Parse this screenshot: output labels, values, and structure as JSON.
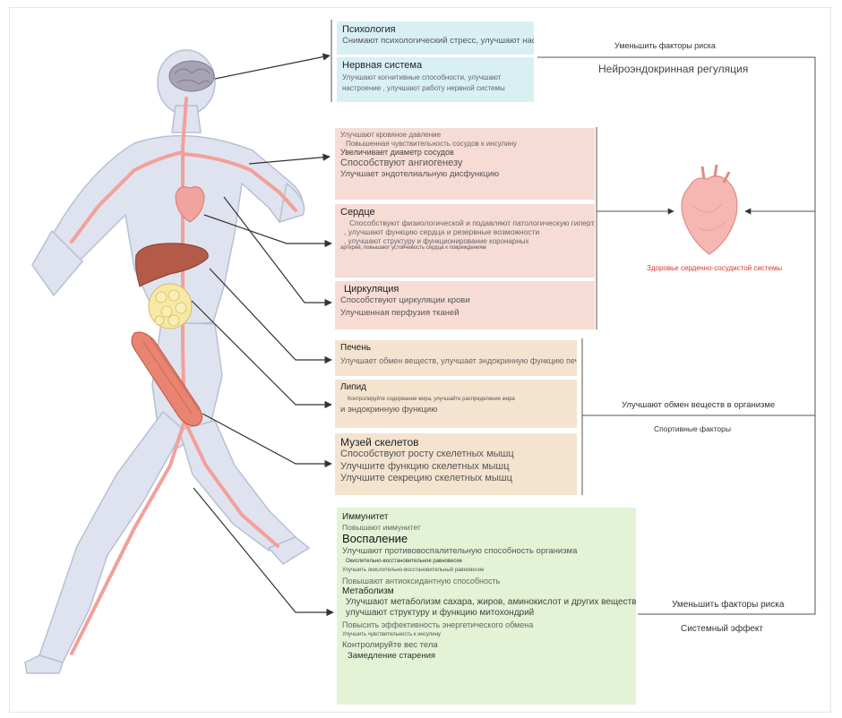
{
  "psych": {
    "title": "Психология",
    "line1": "Снимают психологический стресс, улучшают настроение"
  },
  "nerve": {
    "title": "Нервная система",
    "line1": "Улучшают когнитивные способности, улучшают",
    "line2": "настроение , улучшают работу нервной системы"
  },
  "vessels": {
    "line1": "Улучшают кровяное давление",
    "line2": "Повышенная чувствительность сосудов к инсулину",
    "line3": "Увеличивает диаметр сосудов",
    "line4": "Способствуют ангиогенезу",
    "line5": "Улучшает эндотелиальную дисфункцию"
  },
  "heart": {
    "title": "Сердце",
    "line1": "Способствуют физиологической и подавляют патологическую гипертрофию",
    "line2": ", улучшают функцию сердца и резервные возможности",
    "line3": ", улучшают структуру и функционирование коронарных",
    "line4": "артерий, повышают устойчивость сердца к повреждениям"
  },
  "circulation": {
    "title": "Циркуляция",
    "line1": "Способствуют циркуляции крови",
    "line2": "Улучшенная перфузия тканей"
  },
  "liver": {
    "title": "Печень",
    "line1": "Улучшает обмен веществ, улучшает эндокринную функцию печени"
  },
  "lipid": {
    "title": "Липид",
    "line1": "Контролируйте содержание жира, улучшайте распределение жира",
    "line2": "и эндокринную функцию"
  },
  "muscle": {
    "title": "Музей скелетов",
    "line1": "Способствуют росту скелетных мышц",
    "line2": "Улучшите функцию скелетных мышц",
    "line3": "Улучшите секрецию скелетных мышц"
  },
  "immune": {
    "title": "Иммунитет",
    "line1": "Повышают иммунитет",
    "inflam_title": "Воспаление",
    "line2": "Улучшают противовоспалительную способность организма",
    "line3": "Окислительно-восстановительное равновесие",
    "line3_mark": "​",
    "line4": "Улучшить окислительно-восстановительный равновесие",
    "line5": "Повышают антиоксидантную способность",
    "metab_title": "Метаболизм",
    "line6": "Улучшают метаболизм сахара, жиров, аминокислот и других веществ ,",
    "line7": "улучшают структуру и функцию митохондрий",
    "line8": "Повысить эффективность энергетического обмена",
    "line9": "Улучшить чувствительность к инсулину",
    "line10": "Контролируйте вес тела",
    "line11": "Замедление старения"
  },
  "labels": {
    "reduce_risk_top": "Уменьшить факторы риска",
    "neuroendocrine": "Нейроэндокринная регуляция",
    "healthy_cv": "Здоровье сердечно-сосудистой системы",
    "metabolism_body": "Улучшают обмен веществ в организме",
    "sport_factors": "Спортивные факторы",
    "reduce_risk_bottom": "Уменьшить факторы риска",
    "systemic_effect": "Системный эффект"
  },
  "colors": {
    "blue_box": "#d8f0f4",
    "pink_box": "#f6dcd5",
    "tan_box": "#f3e3cf",
    "green_box": "#e4f2d6",
    "accent_red": "#d9342b"
  }
}
